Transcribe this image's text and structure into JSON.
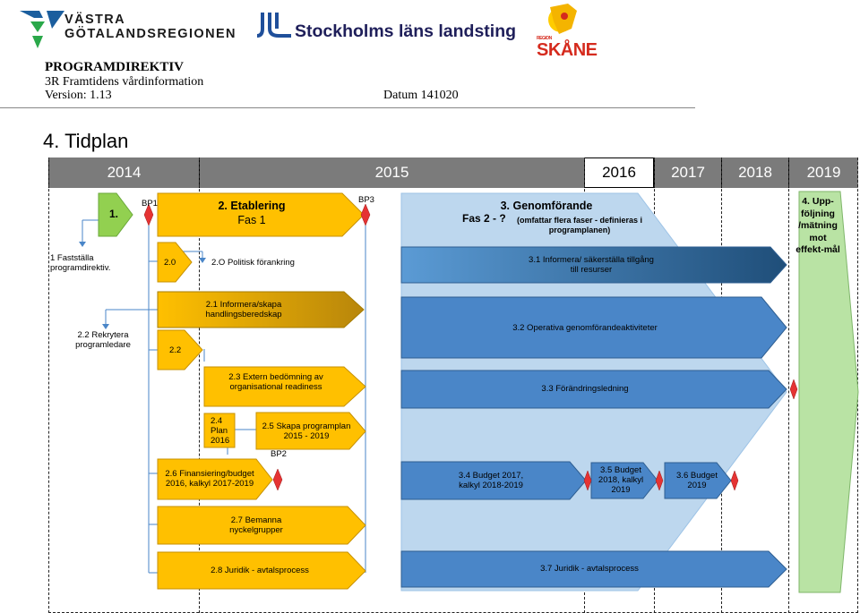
{
  "logos": {
    "vgr_line1": "VÄSTRA",
    "vgr_line2": "GÖTALANDSREGIONEN",
    "sll": "Stockholms läns landsting",
    "skane_small": "REGION",
    "skane": "SKÅNE"
  },
  "header": {
    "title": "PROGRAMDIREKTIV",
    "subtitle": "3R Framtidens vårdinformation",
    "version": "Version: 1.13",
    "date": "Datum 141020"
  },
  "section_title": "4. Tidplan",
  "years": [
    "2014",
    "2015",
    "2016",
    "2017",
    "2018",
    "2019"
  ],
  "milestones": {
    "bp1": "BP1",
    "bp2": "BP2",
    "bp3": "BP3"
  },
  "steps": {
    "s1": "1.",
    "s1_note": "1 Fastställa programdirektiv.",
    "s2_title": "2. Etablering",
    "s2_sub": "Fas 1",
    "s20": "2.0",
    "s20_note": "2.O Politisk förankring",
    "s21": "2.1 Informera/skapa handlingsberedskap",
    "s22": "2.2",
    "s22_note": "2.2 Rekrytera programledare",
    "s23": "2.3 Extern bedömning av organisational readiness",
    "s24": "2.4 Plan 2016",
    "s25": "2.5 Skapa programplan 2015 - 2019",
    "s26": "2.6 Finansiering/budget 2016, kalkyl 2017-2019",
    "s27": "2.7 Bemanna nyckelgrupper",
    "s28": "2.8 Juridik - avtalsprocess",
    "s3_title": "3. Genomförande",
    "s3_sub": "Fas 2 - ?",
    "s3_note": "(omfattar flera faser - definieras i programplanen)",
    "s31": "3.1 Informera/ säkerställa tillgång till resurser",
    "s32": "3.2 Operativa genomförandeaktiviteter",
    "s33": "3.3 Förändringsledning",
    "s34": "3.4 Budget 2017, kalkyl 2018-2019",
    "s35": "3.5 Budget 2018, kalkyl 2019",
    "s36": "3.6 Budget 2019",
    "s37": "3.7 Juridik - avtalsprocess",
    "s4": "4. Upp-följning /mätning mot effekt-mål"
  },
  "colors": {
    "green": "#92d050",
    "yellow": "#ffc000",
    "blue": "#4a86c8",
    "lightblue": "#bdd7ee",
    "red": "#e53333",
    "lightgreen": "#b9e3a4",
    "yearbar": "#7b7b7b"
  }
}
